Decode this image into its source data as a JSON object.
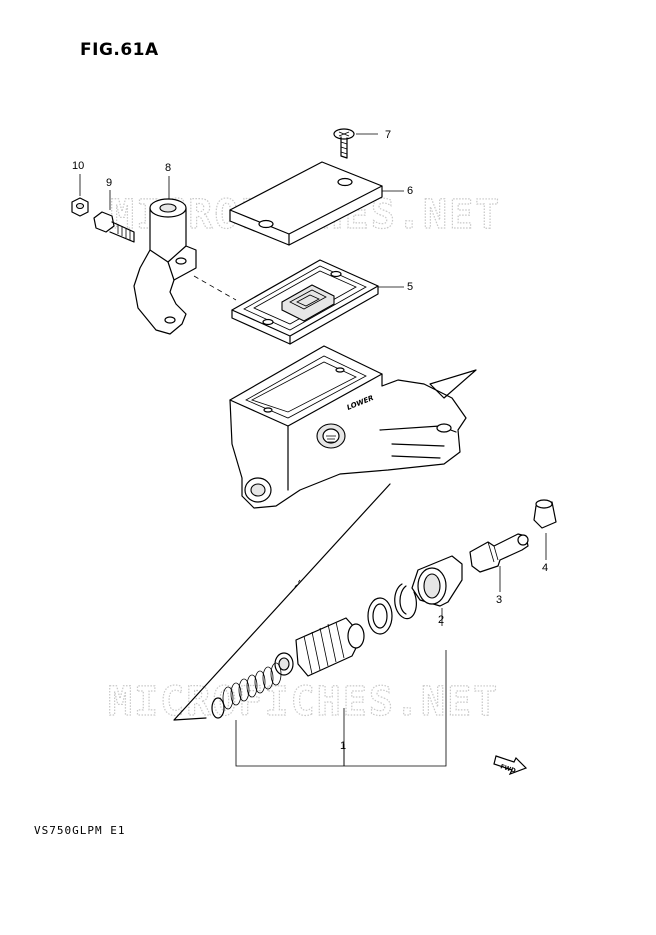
{
  "figure_title": "FIG.61A",
  "model_code": "VS750GLPM E1",
  "watermark": "MICROFICHES.NET",
  "fwd_label": "FWD",
  "stamp_lower": "LOWER",
  "callouts": [
    {
      "id": "1",
      "label": "1"
    },
    {
      "id": "2",
      "label": "2"
    },
    {
      "id": "3",
      "label": "3"
    },
    {
      "id": "4",
      "label": "4"
    },
    {
      "id": "5",
      "label": "5"
    },
    {
      "id": "6",
      "label": "6"
    },
    {
      "id": "7",
      "label": "7"
    },
    {
      "id": "8",
      "label": "8"
    },
    {
      "id": "9",
      "label": "9"
    },
    {
      "id": "10",
      "label": "10"
    }
  ]
}
